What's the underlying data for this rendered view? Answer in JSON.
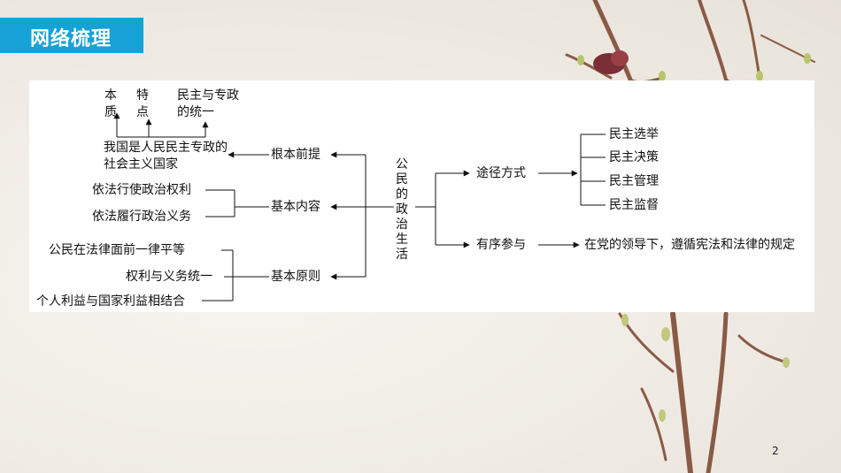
{
  "header": {
    "title": "网络梳理"
  },
  "center": {
    "label": "公民的政治生活"
  },
  "left": {
    "basis": {
      "label": "根本前提",
      "nature_label": "本质",
      "feature_label": "特点",
      "feature_value": "民主与专政的统一",
      "detail": "我国是人民民主专政的社会主义国家"
    },
    "content": {
      "label": "基本内容",
      "items": [
        "依法行使政治权利",
        "依法履行政治义务"
      ]
    },
    "principle": {
      "label": "基本原则",
      "items": [
        "公民在法律面前一律平等",
        "权利与义务统一",
        "个人利益与国家利益相结合"
      ]
    }
  },
  "right": {
    "ways": {
      "label": "途径方式",
      "items": [
        "民主选举",
        "民主决策",
        "民主管理",
        "民主监督"
      ]
    },
    "orderly": {
      "label": "有序参与",
      "detail": "在党的领导下，遵循宪法和法律的规定"
    }
  },
  "page": {
    "number": "2"
  }
}
